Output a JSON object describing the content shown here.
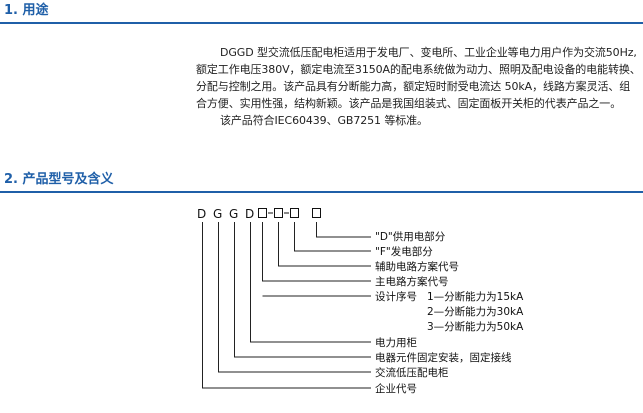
{
  "section1": {
    "title": "1. 用途"
  },
  "usage": {
    "lines": [
      "DGGD 型交流低压配电柜适用于发电厂、变电所、工业企业等电力用户作为交流50Hz,",
      "额定工作电压380V，额定电流至3150A的配电系统做为动力、照明及配电设备的电能转换、",
      "分配与控制之用。该产品具有分断能力高，额定短时耐受电流达 50kA，线路方案灵活、组",
      "合方便、实用性强，结构新颖。该产品是我国组装式、固定面板开关柜的代表产品之一。",
      "该产品符合IEC60439、GB7251 等标准。"
    ]
  },
  "section2": {
    "title": "2. 产品型号及含义"
  },
  "model": {
    "letters": [
      "D",
      "G",
      "G",
      "D"
    ],
    "labels": {
      "d_supply": "\"D\"供用电部分",
      "f_gen": "\"F\"发电部分",
      "aux": "辅助电路方案代号",
      "main": "主电路方案代号",
      "design": "设计序号",
      "seq1": "1—分断能力为15kA",
      "seq2": "2—分断能力为30kA",
      "seq3": "3—分断能力为50kA",
      "power_cabinet": "电力用柜",
      "fixed": "电器元件固定安装，固定接线",
      "ac_lv": "交流低压配电柜",
      "enterprise": "企业代号"
    }
  }
}
